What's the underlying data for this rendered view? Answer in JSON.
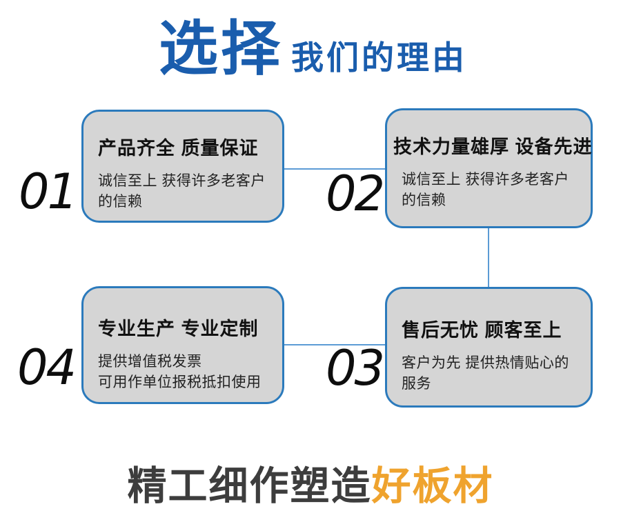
{
  "title": {
    "accent": "选择",
    "rest": "我们的理由"
  },
  "cards": [
    {
      "number": "01",
      "heading": "产品齐全 质量保证",
      "body": "诚信至上 获得许多老客户\n的信赖"
    },
    {
      "number": "02",
      "heading": "技术力量雄厚 设备先进",
      "body": "诚信至上 获得许多老客户\n的信赖"
    },
    {
      "number": "03",
      "heading": "售后无忧 顾客至上",
      "body": "客户为先 提供热情贴心的\n服务"
    },
    {
      "number": "04",
      "heading": "专业生产 专业定制",
      "body": "提供增值税发票\n可用作单位报税抵扣使用"
    }
  ],
  "footer": {
    "normal": "精工细作塑造",
    "highlight": "好板材"
  },
  "colors": {
    "title_blue": "#1a5dad",
    "card_border": "#2b7abc",
    "card_bg": "#d5d5d5",
    "connector": "#5b9bd5",
    "heading_text": "#111111",
    "body_text": "#222222",
    "number_color": "#0d0d0d",
    "footer_gray": "#3d3d3d",
    "footer_orange": "#efa32e",
    "page_bg": "#ffffff"
  }
}
